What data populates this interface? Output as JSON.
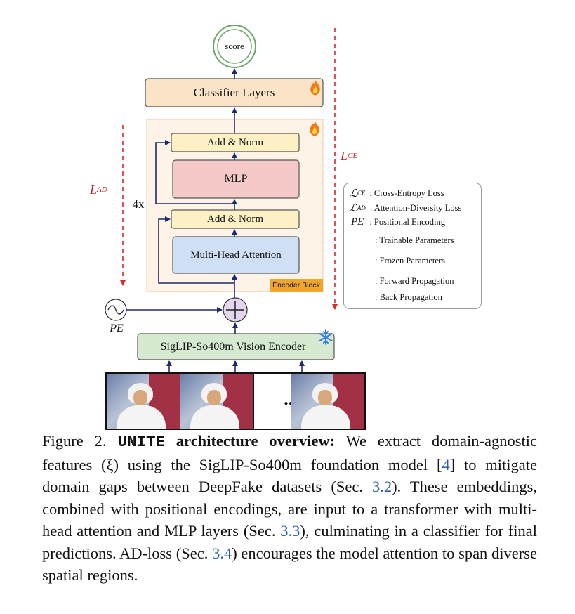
{
  "nodes": {
    "score": "score",
    "classifier": "Classifier Layers",
    "add_norm_top": "Add & Norm",
    "mlp": "MLP",
    "add_norm_bottom": "Add & Norm",
    "mha": "Multi-Head Attention",
    "encoder_block": "Encoder Block",
    "repeat": "4x",
    "vision_encoder": "SigLIP-So400m Vision Encoder",
    "pe": "PE",
    "ellipsis": "..."
  },
  "loss_labels": {
    "ad": "AD",
    "ce": "CE",
    "script": "L"
  },
  "legend": [
    {
      "sym": "ℒ",
      "sub": "CE",
      "text": ": Cross-Entropy Loss"
    },
    {
      "sym": "ℒ",
      "sub": "AD",
      "text": ": Attention-Diversity Loss"
    },
    {
      "sym": "PE",
      "sub": "",
      "text": ": Positional Encoding"
    },
    {
      "icon": "flame-icon",
      "text": ": Trainable Parameters"
    },
    {
      "icon": "snowflake-icon",
      "text": ": Frozen Parameters"
    },
    {
      "icon": "forward-arrow-icon",
      "text": ": Forward Propagation"
    },
    {
      "icon": "dashed-arrow-icon",
      "text": ": Back Propagation"
    }
  ],
  "caption": {
    "prefix": "Figure 2. ",
    "model": "UNITE",
    "bold": " architecture overview:",
    "p1": " We extract domain-agnostic features (ξ) using the SigLIP-So400m foundation model [",
    "r1": "4",
    "p2": "] to mitigate domain gaps between DeepFake datasets (Sec. ",
    "r2": "3.2",
    "p3": "). These embeddings, combined with positional encodings, are input to a transformer with multi-head attention and MLP layers (Sec. ",
    "r3": "3.3",
    "p4": "), culminating in a classifier for final predictions. AD-loss (Sec. ",
    "r4": "3.4",
    "p5": ") encourages the model attention to span diverse spatial regions."
  },
  "colors": {
    "arrow": "#1f2a6b",
    "back_prop": "#d42b2b",
    "loss_label": "#c0272d",
    "classifier_fill": "#fbe3c8",
    "add_norm_fill": "#fdf0c4",
    "mlp_fill": "#f6c9c9",
    "mha_fill": "#cfe0f6",
    "encoder_block_fill": "#fdf3e7",
    "encoder_block_tag": "#f0a62a",
    "vision_encoder_fill": "#d5ead0",
    "plus_fill": "#e4d4ee",
    "score_ring": "#6aa56a",
    "caption_ref": "#2a5db0"
  }
}
